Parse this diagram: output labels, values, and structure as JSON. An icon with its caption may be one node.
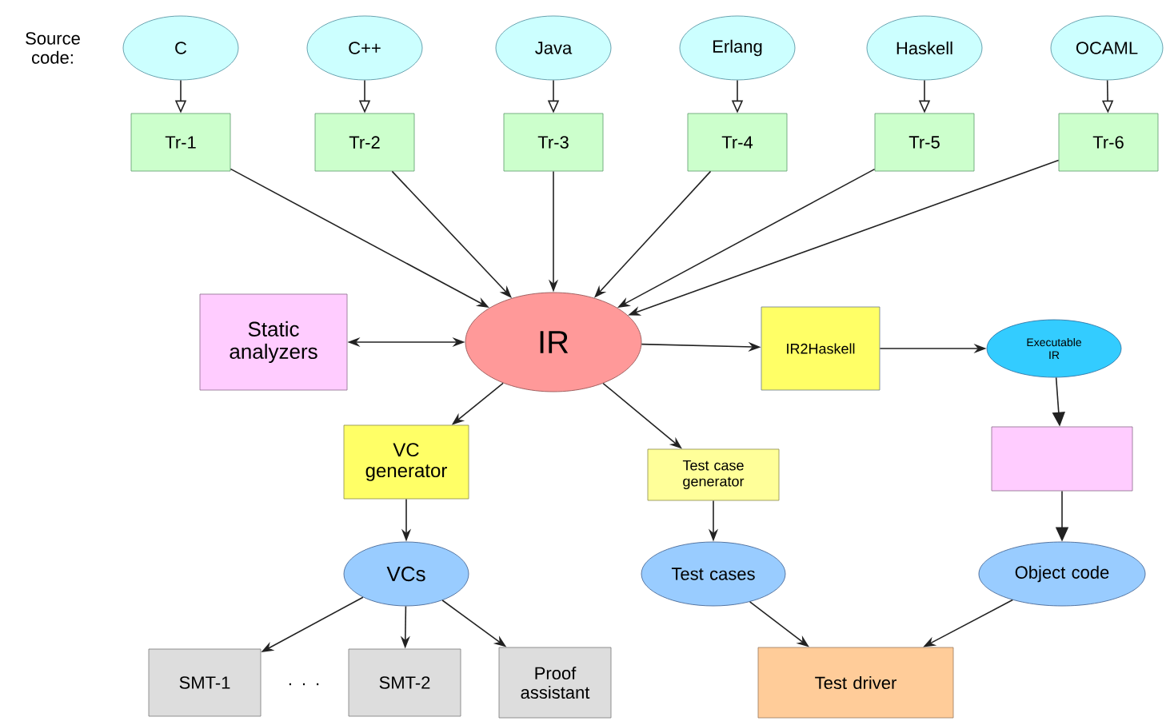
{
  "diagram": {
    "nodes": [
      {
        "text": [
          "C"
        ]
      },
      {
        "text": [
          "C++"
        ]
      },
      {
        "text": [
          "Java"
        ]
      },
      {
        "text": [
          "Erlang"
        ]
      },
      {
        "text": [
          "Haskell"
        ]
      },
      {
        "text": [
          "OCAML"
        ]
      },
      {
        "text": [
          "Tr-1"
        ]
      },
      {
        "text": [
          "Tr-2"
        ]
      },
      {
        "text": [
          "Tr-3"
        ]
      },
      {
        "text": [
          "Tr-4"
        ]
      },
      {
        "text": [
          "Tr-5"
        ]
      },
      {
        "text": [
          "Tr-6"
        ]
      },
      {
        "text": [
          "Static analyzers"
        ]
      },
      {
        "text": [
          "IR"
        ]
      },
      {
        "text": [
          "IR2Haskell"
        ]
      },
      {
        "text": [
          "Executable IR"
        ]
      },
      {
        "text": [
          "VC generator"
        ]
      },
      {
        "text": [
          "Test case generator"
        ]
      },
      {
        "text": [],
        "shape": "box"
      },
      {
        "text": [
          "VCs"
        ]
      },
      {
        "text": [
          "Test cases"
        ]
      },
      {
        "text": [
          "Object code"
        ]
      },
      {
        "text": [
          "SMT-1"
        ]
      },
      {
        "text": [
          "SMT-2"
        ]
      },
      {
        "text": [
          "Proof assistant"
        ]
      },
      {
        "text": [
          "Test driver"
        ]
      }
    ],
    "edges": [
      {
        "from": 0,
        "to": 6,
        "arrow": "to"
      },
      {
        "from": 1,
        "to": 7,
        "arrow": "to"
      },
      {
        "from": 2,
        "to": 8,
        "arrow": "to"
      },
      {
        "from": 3,
        "to": 9,
        "arrow": "to"
      },
      {
        "from": 4,
        "to": 10,
        "arrow": "to"
      },
      {
        "from": 5,
        "to": 11,
        "arrow": "to"
      },
      {
        "from": 6,
        "to": 13,
        "arrow": "to"
      },
      {
        "from": 7,
        "to": 13,
        "arrow": "to"
      },
      {
        "from": 8,
        "to": 13,
        "arrow": "to"
      },
      {
        "from": 9,
        "to": 13,
        "arrow": "to"
      },
      {
        "from": 10,
        "to": 13,
        "arrow": "to"
      },
      {
        "from": 11,
        "to": 13,
        "arrow": "to"
      },
      {
        "from": 12,
        "to": 13,
        "arrow": "both"
      },
      {
        "from": 13,
        "to": 14,
        "arrow": "to"
      },
      {
        "from": 14,
        "to": 15,
        "arrow": "to"
      },
      {
        "from": 15,
        "to": 18,
        "arrow": "to"
      },
      {
        "from": 13,
        "to": 16,
        "arrow": "to"
      },
      {
        "from": 13,
        "to": 17,
        "arrow": "to"
      },
      {
        "from": 16,
        "to": 19,
        "arrow": "to"
      },
      {
        "from": 17,
        "to": 20,
        "arrow": "to"
      },
      {
        "from": 18,
        "to": 21,
        "arrow": "to"
      },
      {
        "from": 19,
        "to": 22,
        "arrow": "to"
      },
      {
        "from": 19,
        "to": 23,
        "arrow": "to"
      },
      {
        "from": 19,
        "to": 24,
        "arrow": "to"
      },
      {
        "from": 20,
        "to": 25,
        "arrow": "to"
      },
      {
        "from": 21,
        "to": 25,
        "arrow": "to"
      }
    ],
    "labels": [
      "Source code:",
      ". . ."
    ]
  }
}
